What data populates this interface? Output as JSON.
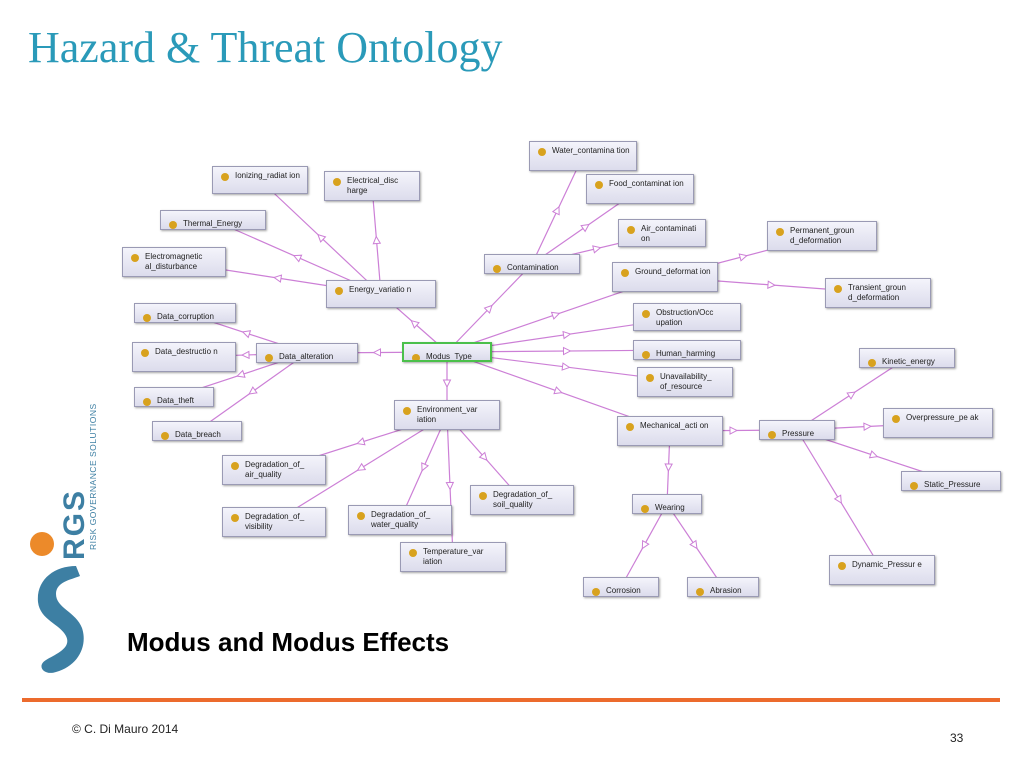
{
  "slide": {
    "title": "Hazard & Threat Ontology",
    "caption": "Modus and Modus Effects",
    "copyright": "© C. Di Mauro 2014",
    "page_number": "33"
  },
  "logo": {
    "letters": "RGS",
    "tagline": "RISK GOVERNANCE SOLUTIONS",
    "colors": {
      "orange": "#ec8a2a",
      "blue": "#3d7fa3"
    }
  },
  "colors": {
    "title": "#2a9ab9",
    "edge": "#cc7fd6",
    "node_dot": "#d8a21e",
    "root_border": "#4bc04b",
    "rule": "#ec6b2d"
  },
  "nodes": [
    {
      "id": "modus_type",
      "label": "Modus_Type"
    },
    {
      "id": "energy_variation",
      "label": "Energy_variatio n"
    },
    {
      "id": "contamination",
      "label": "Contamination"
    },
    {
      "id": "ground_deformation",
      "label": "Ground_deformat ion"
    },
    {
      "id": "data_alteration",
      "label": "Data_alteration"
    },
    {
      "id": "environment_variation",
      "label": "Environment_var iation"
    },
    {
      "id": "mechanical_action",
      "label": "Mechanical_acti on"
    },
    {
      "id": "obstruction",
      "label": "Obstruction/Occ upation"
    },
    {
      "id": "human_harming",
      "label": "Human_harming"
    },
    {
      "id": "unavailability",
      "label": "Unavailability_ of_resource"
    },
    {
      "id": "ionizing",
      "label": "Ionizing_radiat ion"
    },
    {
      "id": "electrical",
      "label": "Electrical_disc harge"
    },
    {
      "id": "thermal",
      "label": "Thermal_Energy"
    },
    {
      "id": "electromagnetic",
      "label": "Electromagnetic al_disturbance"
    },
    {
      "id": "water_contamination",
      "label": "Water_contamina tion"
    },
    {
      "id": "food_contamination",
      "label": "Food_contaminat ion"
    },
    {
      "id": "air_contamination",
      "label": "Air_contaminati on"
    },
    {
      "id": "permanent_ground",
      "label": "Permanent_groun d_deformation"
    },
    {
      "id": "transient_ground",
      "label": "Transient_groun d_deformation"
    },
    {
      "id": "data_corruption",
      "label": "Data_corruption"
    },
    {
      "id": "data_destruction",
      "label": "Data_destructio n"
    },
    {
      "id": "data_theft",
      "label": "Data_theft"
    },
    {
      "id": "data_breach",
      "label": "Data_breach"
    },
    {
      "id": "deg_air",
      "label": "Degradation_of_ air_quality"
    },
    {
      "id": "deg_visibility",
      "label": "Degradation_of_ visibility"
    },
    {
      "id": "deg_water",
      "label": "Degradation_of_ water_quality"
    },
    {
      "id": "deg_soil",
      "label": "Degradation_of_ soil_quality"
    },
    {
      "id": "temperature",
      "label": "Temperature_var iation"
    },
    {
      "id": "pressure",
      "label": "Pressure"
    },
    {
      "id": "wearing",
      "label": "Wearing"
    },
    {
      "id": "corrosion",
      "label": "Corrosion"
    },
    {
      "id": "abrasion",
      "label": "Abrasion"
    },
    {
      "id": "kinetic",
      "label": "Kinetic_energy"
    },
    {
      "id": "overpressure",
      "label": "Overpressure_pe ak"
    },
    {
      "id": "static_pressure",
      "label": "Static_Pressure"
    },
    {
      "id": "dynamic_pressure",
      "label": "Dynamic_Pressur e"
    }
  ],
  "edges": [
    {
      "from": "modus_type",
      "to": "energy_variation"
    },
    {
      "from": "modus_type",
      "to": "contamination"
    },
    {
      "from": "modus_type",
      "to": "ground_deformation"
    },
    {
      "from": "modus_type",
      "to": "obstruction"
    },
    {
      "from": "modus_type",
      "to": "human_harming"
    },
    {
      "from": "modus_type",
      "to": "unavailability"
    },
    {
      "from": "modus_type",
      "to": "mechanical_action"
    },
    {
      "from": "modus_type",
      "to": "environment_variation"
    },
    {
      "from": "modus_type",
      "to": "data_alteration"
    },
    {
      "from": "energy_variation",
      "to": "ionizing"
    },
    {
      "from": "energy_variation",
      "to": "electrical"
    },
    {
      "from": "energy_variation",
      "to": "thermal"
    },
    {
      "from": "energy_variation",
      "to": "electromagnetic"
    },
    {
      "from": "contamination",
      "to": "water_contamination"
    },
    {
      "from": "contamination",
      "to": "food_contamination"
    },
    {
      "from": "contamination",
      "to": "air_contamination"
    },
    {
      "from": "ground_deformation",
      "to": "permanent_ground"
    },
    {
      "from": "ground_deformation",
      "to": "transient_ground"
    },
    {
      "from": "data_alteration",
      "to": "data_corruption"
    },
    {
      "from": "data_alteration",
      "to": "data_destruction"
    },
    {
      "from": "data_alteration",
      "to": "data_theft"
    },
    {
      "from": "data_alteration",
      "to": "data_breach"
    },
    {
      "from": "environment_variation",
      "to": "deg_air"
    },
    {
      "from": "environment_variation",
      "to": "deg_visibility"
    },
    {
      "from": "environment_variation",
      "to": "deg_water"
    },
    {
      "from": "environment_variation",
      "to": "deg_soil"
    },
    {
      "from": "environment_variation",
      "to": "temperature"
    },
    {
      "from": "mechanical_action",
      "to": "pressure"
    },
    {
      "from": "mechanical_action",
      "to": "wearing"
    },
    {
      "from": "wearing",
      "to": "corrosion"
    },
    {
      "from": "wearing",
      "to": "abrasion"
    },
    {
      "from": "pressure",
      "to": "kinetic"
    },
    {
      "from": "pressure",
      "to": "overpressure"
    },
    {
      "from": "pressure",
      "to": "static_pressure"
    },
    {
      "from": "pressure",
      "to": "dynamic_pressure"
    }
  ]
}
